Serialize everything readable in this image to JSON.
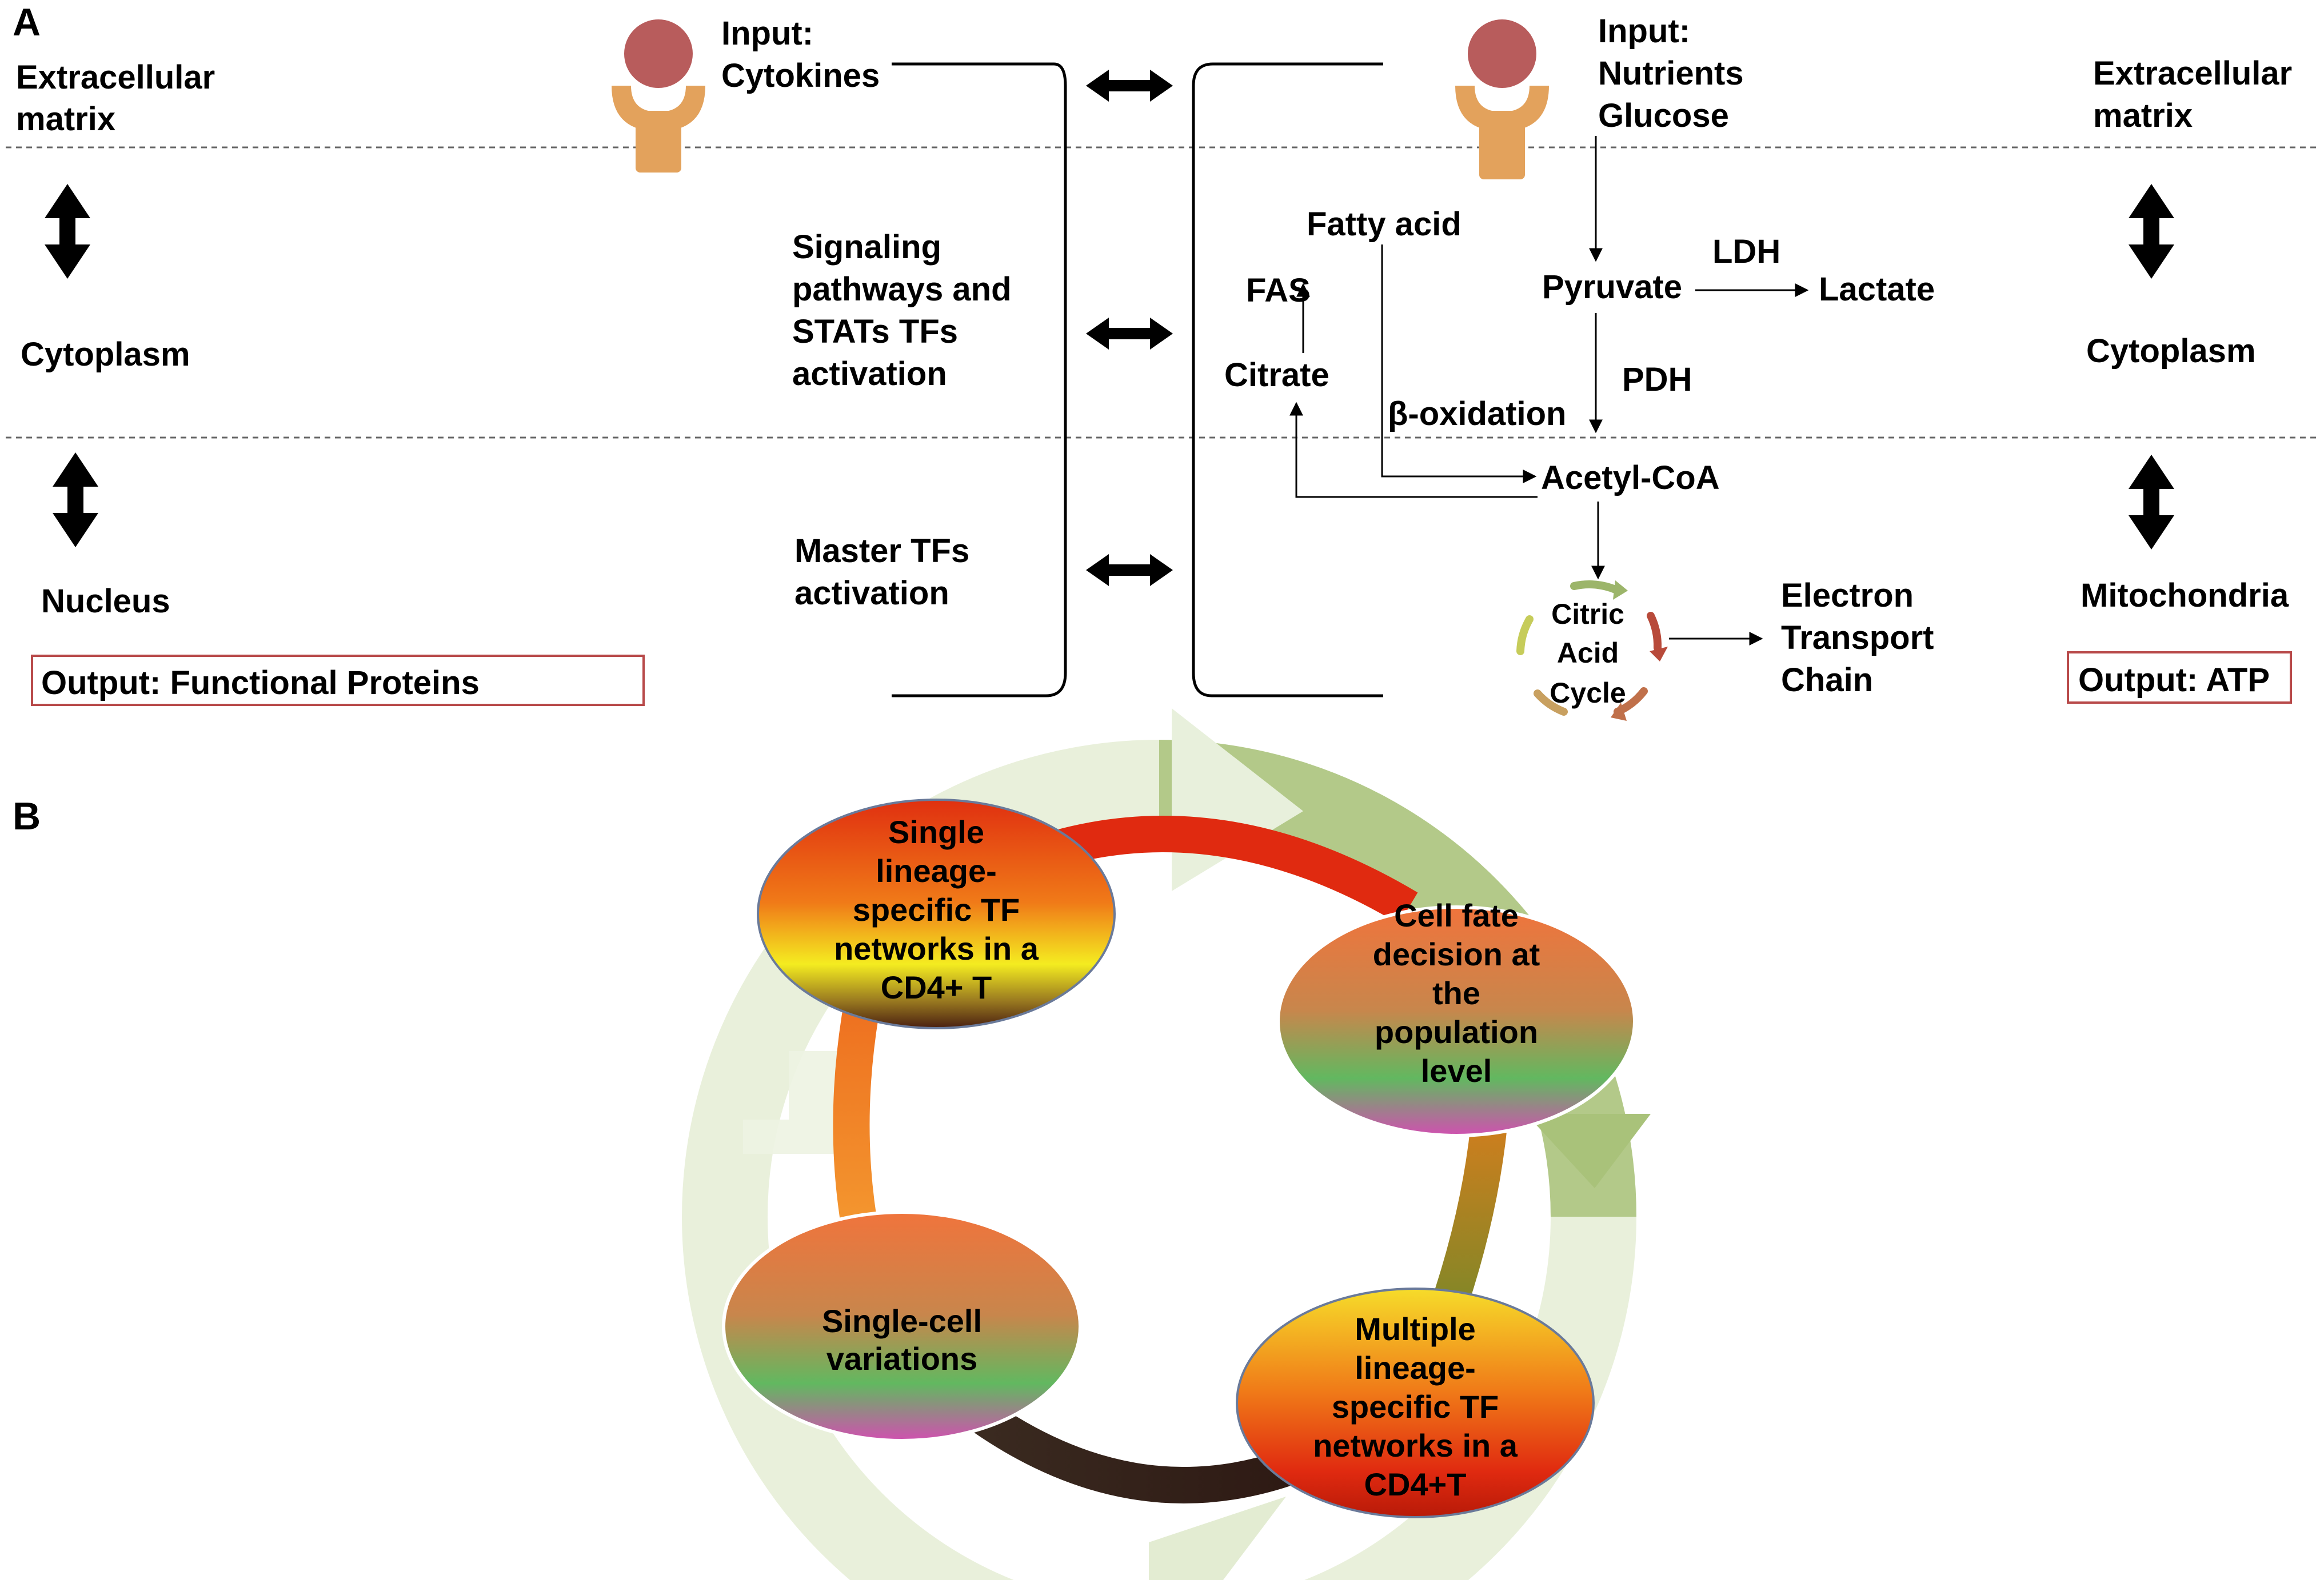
{
  "panel_a": {
    "label": "A",
    "left": {
      "extracellular": [
        "Extracellular",
        "matrix"
      ],
      "cytoplasm": "Cytoplasm",
      "nucleus": "Nucleus",
      "output": "Output: Functional Proteins"
    },
    "input_cytokines": [
      "Input:",
      "Cytokines"
    ],
    "signaling": [
      "Signaling",
      "pathways and",
      "STATs TFs",
      "activation"
    ],
    "master": [
      "Master TFs",
      "activation"
    ],
    "input_nutrients": [
      "Input:",
      "Nutrients",
      "Glucose"
    ],
    "metabolism": {
      "fatty_acid": "Fatty acid",
      "fas": "FAS",
      "citrate": "Citrate",
      "beta_oxidation": "β-oxidation",
      "pyruvate": "Pyruvate",
      "ldh": "LDH",
      "lactate": "Lactate",
      "pdh": "PDH",
      "acetyl_coa": "Acetyl-CoA",
      "citric_cycle": [
        "Citric",
        "Acid",
        "Cycle"
      ],
      "etc": [
        "Electron",
        "Transport",
        "Chain"
      ]
    },
    "right": {
      "extracellular": [
        "Extracellular",
        "matrix"
      ],
      "cytoplasm": "Cytoplasm",
      "mitochondria": "Mitochondria",
      "output": "Output: ATP"
    }
  },
  "panel_b": {
    "label": "B",
    "node_single": [
      "Single",
      "lineage-",
      "specific TF",
      "networks in a",
      "CD4+ T"
    ],
    "node_fate": [
      "Cell fate",
      "decision at",
      "the",
      "population",
      "level"
    ],
    "node_multiple": [
      "Multiple",
      "lineage-",
      "specific TF",
      "networks in a",
      "CD4+T"
    ],
    "node_variations": [
      "Single-cell",
      "variations"
    ]
  },
  "colors": {
    "receptor_head": "#b85c5c",
    "receptor_body": "#e3a25c",
    "output_box_border": "#b84a4a",
    "cycle_arrows": "#9cb56a",
    "ring_red": "#e02a10"
  }
}
